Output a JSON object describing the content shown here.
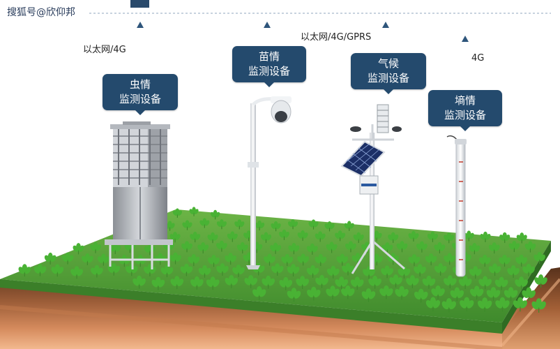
{
  "watermark": "搜狐号@欣仰邦",
  "devices": [
    {
      "line1": "虫情",
      "line2": "监测设备"
    },
    {
      "line1": "苗情",
      "line2": "监测设备"
    },
    {
      "line1": "气候",
      "line2": "监测设备"
    },
    {
      "line1": "墒情",
      "line2": "监测设备"
    }
  ],
  "connections": [
    "以太网/4G",
    "以太网/4G/GPRS",
    "4G"
  ],
  "colors": {
    "label_bg": "#244a6d",
    "grass_top": "#5aa83a",
    "soil_top": "#7a4a2e",
    "soil_bottom": "#e8a778",
    "plant": "#49b234",
    "arrow": "#3a5f84"
  },
  "icons": [
    "insect-trap-icon",
    "camera-pole-icon",
    "weather-station-icon",
    "soil-sensor-icon",
    "plant-icon"
  ]
}
